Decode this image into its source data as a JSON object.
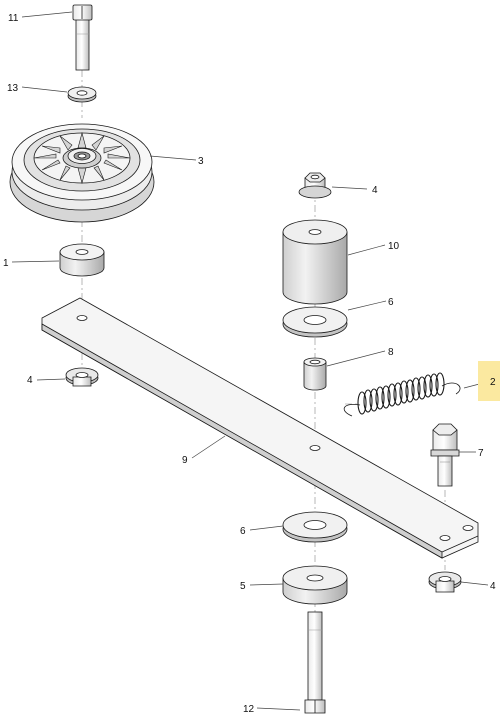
{
  "diagram": {
    "highlight_color": "#fbe9a0",
    "callouts": {
      "bolt_top": "11",
      "washer_top": "13",
      "idler_pulley": "3",
      "spacer_left": "1",
      "nut_left": "4",
      "idler_arm": "9",
      "nut_top_right": "4",
      "spacer_long": "10",
      "washer_right": "6",
      "bushing": "8",
      "spring": "2",
      "stud": "7",
      "washer_lower": "6",
      "washer_thick": "5",
      "nut_bottom_right": "4",
      "bolt_bottom": "12"
    }
  }
}
